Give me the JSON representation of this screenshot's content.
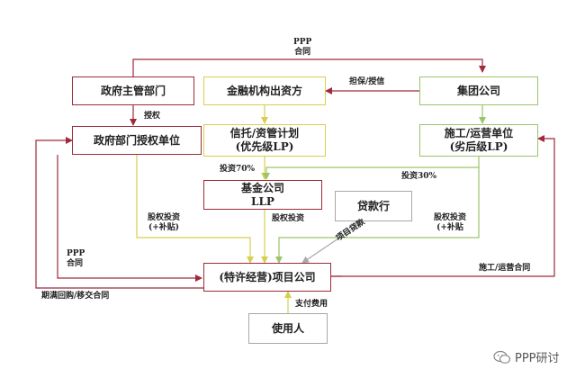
{
  "nodes": {
    "gov_dept": "政府主管部门",
    "gov_auth": "政府部门授权单位",
    "fin_inst": "金融机构出资方",
    "trust_line1": "信托/资管计划",
    "trust_line2": "(优先级LP)",
    "group": "集团公司",
    "construct_line1": "施工/运营单位",
    "construct_line2": "(劣后级LP)",
    "fund_line1": "基金公司",
    "fund_line2": "LLP",
    "bank": "贷款行",
    "project": "(特许经营)项目公司",
    "user": "使用人"
  },
  "edge_labels": {
    "ppp_top_line1": "PPP",
    "ppp_top_line2": "合同",
    "guarantee": "担保/授信",
    "authorize": "授权",
    "invest70": "投资70%",
    "invest30": "投资30%",
    "equity_left_line1": "股权投资",
    "equity_left_line2": "(+补贴)",
    "equity_mid": "股权投资",
    "equity_right_line1": "股权投资",
    "equity_right_line2": "(+补贴",
    "project_loan": "项目贷款",
    "ppp_left_line1": "PPP",
    "ppp_left_line2": "合同",
    "construct_contract": "施工/运营合同",
    "buyback": "期满回购/移交合同",
    "pay_fee": "支付费用"
  },
  "watermark": {
    "text": "PPP研讨",
    "icon": "wechat-icon"
  },
  "colors": {
    "red": "#9e2a3c",
    "yellow": "#d7cf4c",
    "green": "#9cc46a",
    "gray": "#a8a8a8"
  }
}
